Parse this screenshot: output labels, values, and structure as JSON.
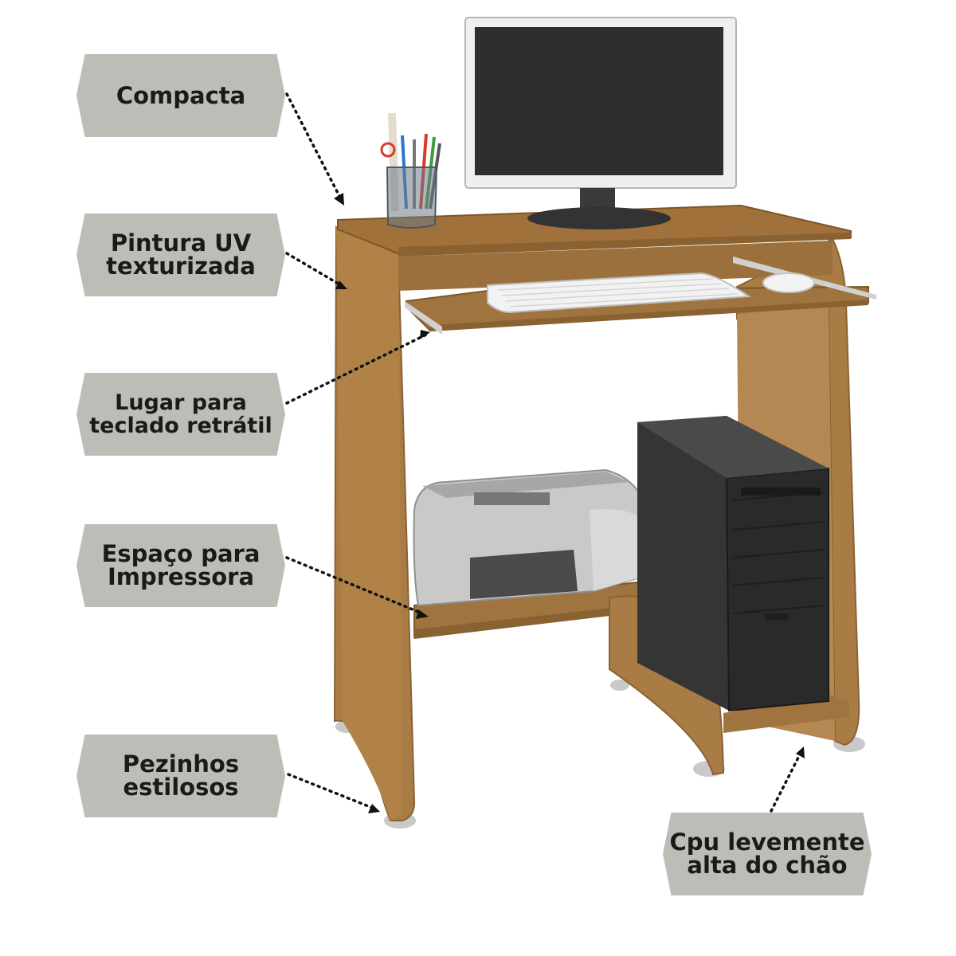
{
  "features": [
    {
      "id": "compacta",
      "lines": [
        "Compacta"
      ]
    },
    {
      "id": "pintura",
      "lines": [
        "Pintura UV",
        "texturizada"
      ]
    },
    {
      "id": "teclado",
      "lines": [
        "Lugar para",
        "teclado retrátil"
      ]
    },
    {
      "id": "impressora",
      "lines": [
        "Espaço para",
        "Impressora"
      ]
    },
    {
      "id": "pezinhos",
      "lines": [
        "Pezinhos",
        "estilosos"
      ]
    },
    {
      "id": "cpu",
      "lines": [
        "Cpu levemente",
        "alta do chão"
      ]
    }
  ],
  "colors": {
    "label_bg": "#bdbdb8",
    "wood": "#a97c46",
    "wood_dark": "#8a6232",
    "screen": "#2e2e2e",
    "cpu": "#3a3a3a",
    "printer": "#c9c9c9"
  }
}
